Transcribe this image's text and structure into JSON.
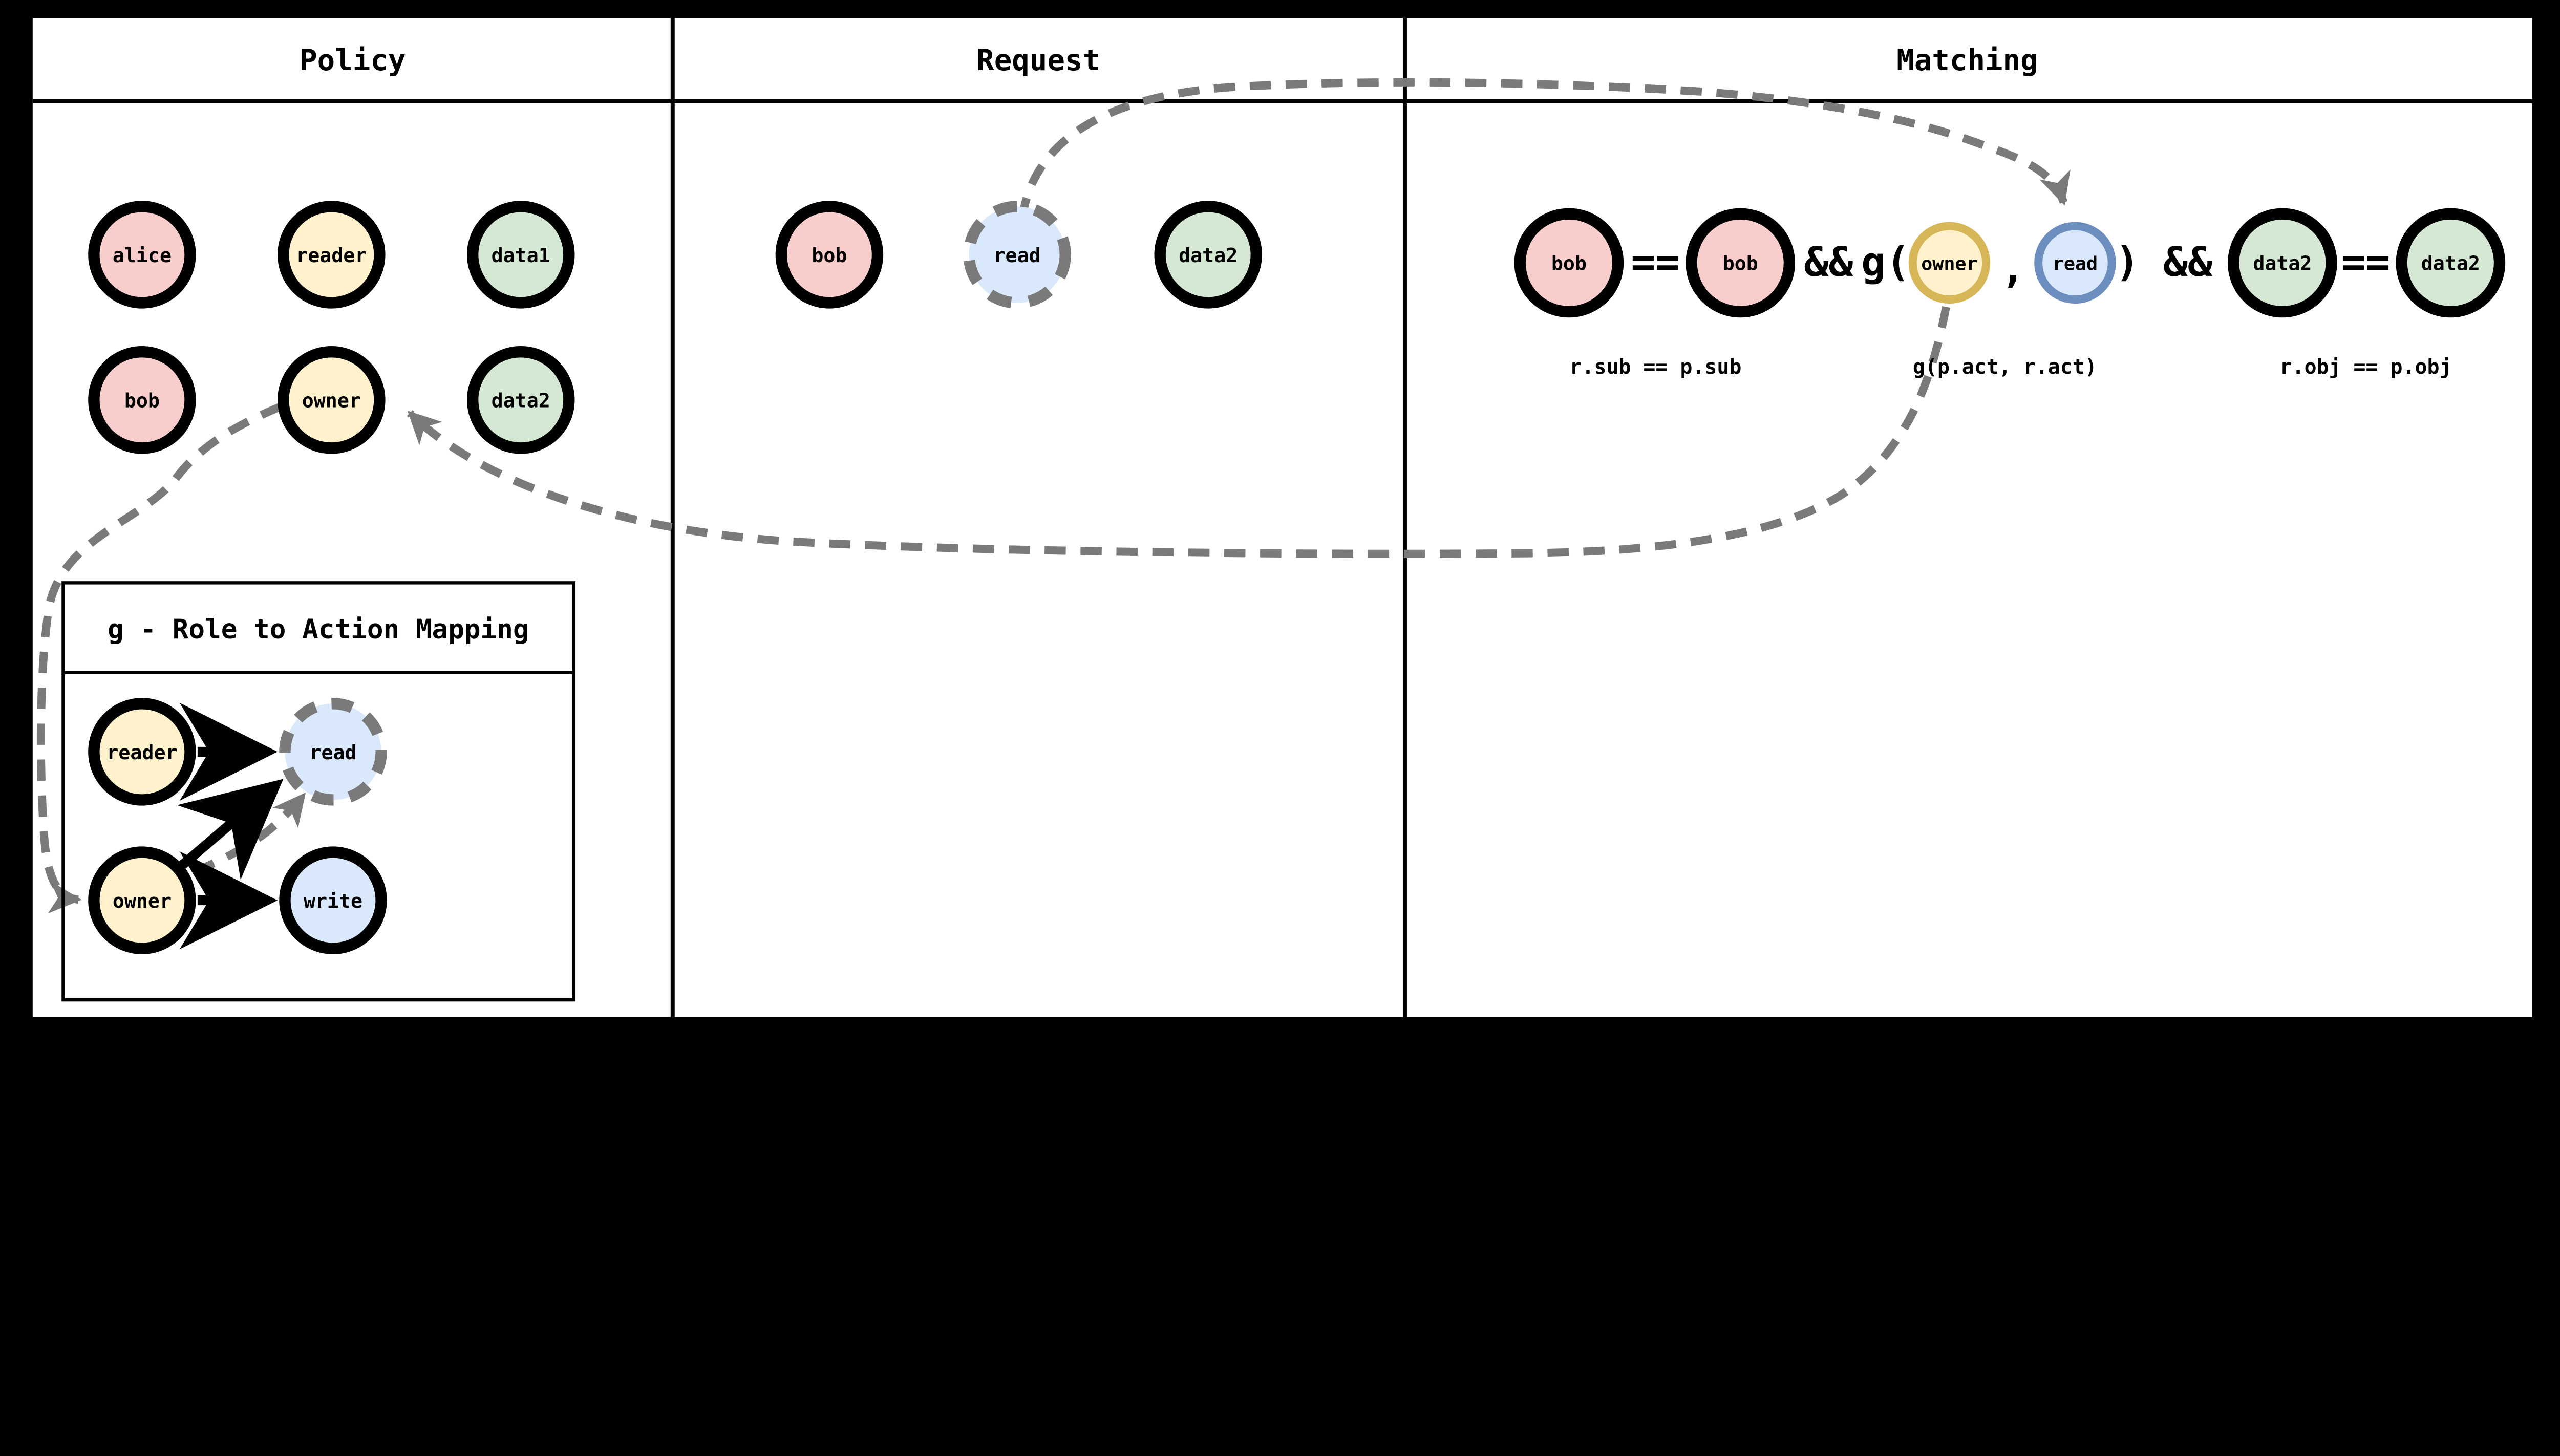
{
  "colors": {
    "black": "#000000",
    "white": "#ffffff",
    "pink": "#f8cecc",
    "yellow": "#fff2cc",
    "green": "#d5e8d4",
    "blue": "#dae8fc",
    "gold_stroke": "#d6b656",
    "blue_stroke": "#6c8ebf",
    "gray": "#7a7a7a"
  },
  "panels": {
    "policy": {
      "title": "Policy"
    },
    "request": {
      "title": "Request"
    },
    "matching": {
      "title": "Matching"
    }
  },
  "policy": {
    "nodes": [
      {
        "label": "alice",
        "fill": "#f8cecc",
        "stroke": "#000000"
      },
      {
        "label": "reader",
        "fill": "#fff2cc",
        "stroke": "#000000"
      },
      {
        "label": "data1",
        "fill": "#d5e8d4",
        "stroke": "#000000"
      },
      {
        "label": "bob",
        "fill": "#f8cecc",
        "stroke": "#000000"
      },
      {
        "label": "owner",
        "fill": "#fff2cc",
        "stroke": "#000000"
      },
      {
        "label": "data2",
        "fill": "#d5e8d4",
        "stroke": "#000000"
      }
    ]
  },
  "gbox": {
    "title": "g - Role to Action Mapping",
    "nodes": [
      {
        "label": "reader",
        "fill": "#fff2cc",
        "stroke": "#000000"
      },
      {
        "label": "read",
        "fill": "#dae8fc",
        "stroke": "#7a7a7a"
      },
      {
        "label": "owner",
        "fill": "#fff2cc",
        "stroke": "#000000"
      },
      {
        "label": "write",
        "fill": "#dae8fc",
        "stroke": "#000000"
      }
    ]
  },
  "request": {
    "nodes": [
      {
        "label": "bob",
        "fill": "#f8cecc",
        "stroke": "#000000"
      },
      {
        "label": "read",
        "fill": "#dae8fc",
        "stroke": "#7a7a7a"
      },
      {
        "label": "data2",
        "fill": "#d5e8d4",
        "stroke": "#000000"
      }
    ]
  },
  "matching": {
    "nodes": [
      {
        "label": "bob",
        "fill": "#f8cecc",
        "stroke": "#000000"
      },
      {
        "label": "bob",
        "fill": "#f8cecc",
        "stroke": "#000000"
      },
      {
        "label": "owner",
        "fill": "#fff2cc",
        "stroke": "#d6b656"
      },
      {
        "label": "read",
        "fill": "#dae8fc",
        "stroke": "#6c8ebf"
      },
      {
        "label": "data2",
        "fill": "#d5e8d4",
        "stroke": "#000000"
      },
      {
        "label": "data2",
        "fill": "#d5e8d4",
        "stroke": "#000000"
      }
    ],
    "tokens": {
      "eq1": "==",
      "and1": "&&",
      "g_open": "g(",
      "comma": ",",
      "g_close": ")",
      "and2": "&&",
      "eq2": "=="
    },
    "sublabels": [
      "r.sub == p.sub",
      "g(p.act, r.act)",
      "r.obj == p.obj"
    ]
  }
}
